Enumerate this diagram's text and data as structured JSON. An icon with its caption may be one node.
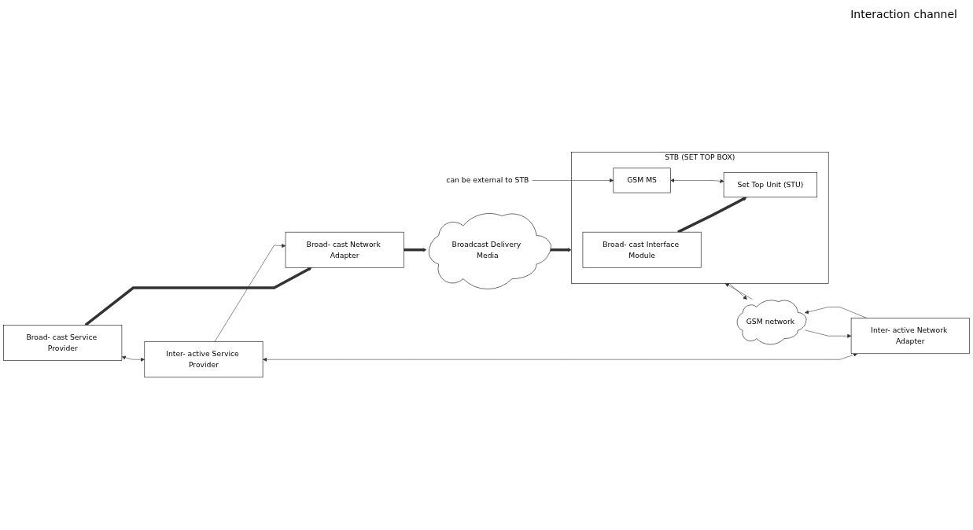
{
  "diagram": {
    "nodes": [
      {
        "text": [
          "Broad- cast Service Provider"
        ]
      },
      {
        "text": [
          "Broad- cast Network Adapter"
        ]
      },
      {
        "text": [
          "Broadcast Delivery Media"
        ]
      },
      {
        "text": [
          "STB (SET TOP BOX)"
        ]
      },
      {
        "text": [
          "Broad- cast Interface Module"
        ],
        "in": 3
      },
      {
        "text": [
          "Set Top Unit (STU)"
        ],
        "in": 3
      },
      {
        "text": [
          "Inter- active Service Provider"
        ]
      },
      {
        "text": [
          "Inter- active Network Adapter"
        ]
      },
      {
        "text": [
          "GSM network"
        ]
      },
      {
        "text": [
          "GSM MS"
        ],
        "in": 3
      },
      {
        "text": [
          "can be external to STB"
        ]
      }
    ],
    "edges": [
      {
        "from": 0,
        "to": 1,
        "arrow": "to",
        "style": "thick"
      },
      {
        "from": 1,
        "to": 2,
        "arrow": "to",
        "style": "thick"
      },
      {
        "from": 2,
        "to": 3,
        "arrow": "to",
        "style": "thick"
      },
      {
        "from": 4,
        "to": 5,
        "arrow": "to",
        "style": "thick"
      },
      {
        "from": 0,
        "to": 6,
        "arrow": "both"
      },
      {
        "from": 6,
        "to": 1,
        "arrow": "to"
      },
      {
        "from": 6,
        "to": 7,
        "arrow": "both"
      },
      {
        "from": 7,
        "to": 8,
        "arrow": "to"
      },
      {
        "from": 8,
        "to": 7,
        "arrow": "to"
      },
      {
        "from": 8,
        "to": 3,
        "arrow": "to"
      },
      {
        "from": 3,
        "to": 8,
        "arrow": "to"
      },
      {
        "from": 9,
        "to": 5,
        "arrow": "both"
      },
      {
        "from": 10,
        "to": 9,
        "arrow": "to"
      }
    ],
    "labels": [
      "Interaction channel"
    ]
  }
}
